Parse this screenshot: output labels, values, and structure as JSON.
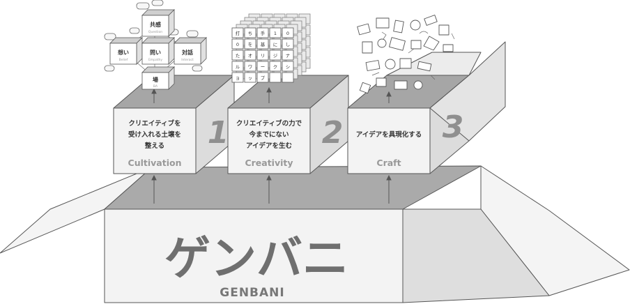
{
  "base": {
    "title": "ゲンバニ",
    "subtitle": "GENBANI"
  },
  "boxes": [
    {
      "number": "1",
      "label_lines": [
        "クリエイティブを",
        "受け入れる土壌を",
        "整える"
      ],
      "sublabel": "Cultivation"
    },
    {
      "number": "2",
      "label_lines": [
        "クリエイティブの力で",
        "今までにない",
        "アイデアを生む"
      ],
      "sublabel": "Creativity"
    },
    {
      "number": "3",
      "label_lines": [
        "アイデアを具現化する"
      ],
      "sublabel": "Craft"
    }
  ],
  "network": [
    {
      "label": "共感",
      "sub": "Question"
    },
    {
      "label": "想い",
      "sub": "Belief"
    },
    {
      "label": "問い",
      "sub": "Empathy"
    },
    {
      "label": "対話",
      "sub": "Interact"
    },
    {
      "label": "場",
      "sub": "BA"
    }
  ],
  "cube_chars": [
    [
      "打",
      "ち",
      "手",
      "1",
      "0"
    ],
    [
      "0",
      "を",
      "基",
      "に",
      "し"
    ],
    [
      "た",
      "オ",
      "リ",
      "ジ",
      "ナ"
    ],
    [
      "ル",
      "ワ",
      "ー",
      "ク",
      "シ"
    ],
    [
      "ョ",
      "ッ",
      "プ",
      "",
      ""
    ]
  ],
  "colors": {
    "face": "#f2f2f2",
    "side": "#d9d9d9",
    "dark": "#a9a9a9",
    "stroke": "#555555"
  }
}
